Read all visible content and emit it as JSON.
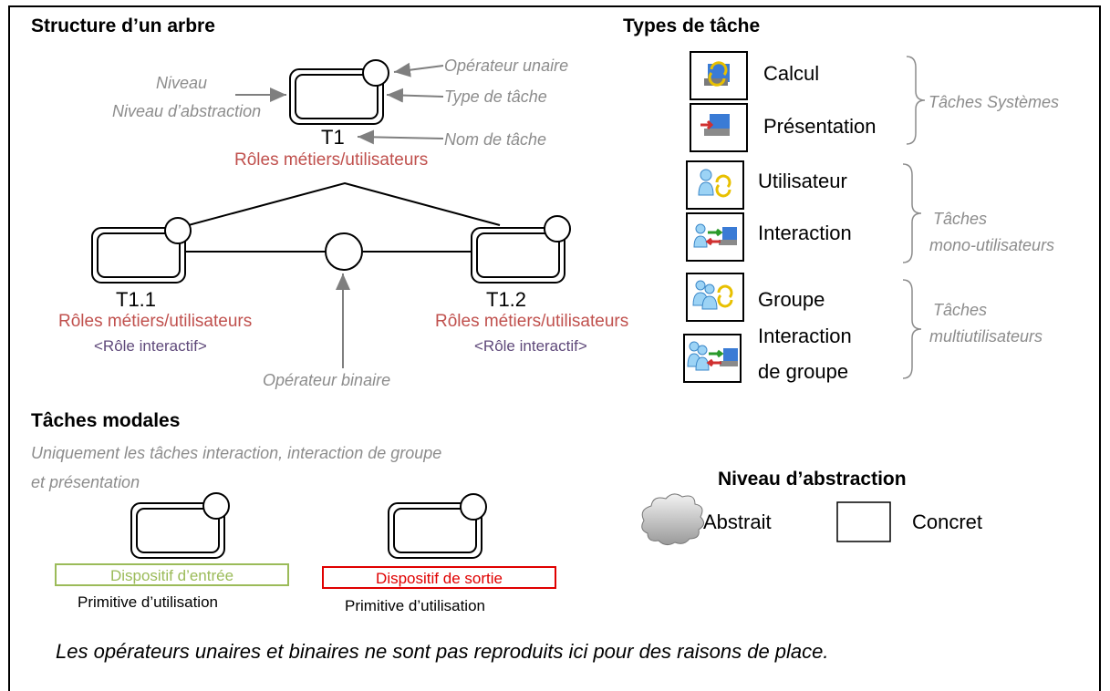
{
  "structure": {
    "heading": "Structure d’un arbre",
    "annotations": {
      "abstraction_level": "Niveau d’abstraction",
      "unary_operator": "Opérateur unaire",
      "task_type": "Type de tâche",
      "task_name": "Nom de tâche",
      "binary_operator": "Opérateur binaire"
    },
    "root": {
      "name": "T1",
      "roles": "Rôles métiers/utilisateurs"
    },
    "children": [
      {
        "name": "T1.1",
        "roles": "Rôles métiers/utilisateurs",
        "interactive_role": "<Rôle interactif>"
      },
      {
        "name": "T1.2",
        "roles": "Rôles métiers/utilisateurs",
        "interactive_role": "<Rôle interactif>"
      }
    ]
  },
  "task_types": {
    "heading": "Types de tâche",
    "items": [
      {
        "label": "Calcul",
        "icon": "calculation-icon"
      },
      {
        "label": "Présentation",
        "icon": "presentation-icon"
      },
      {
        "label": "Utilisateur",
        "icon": "user-task-icon"
      },
      {
        "label": "Interaction",
        "icon": "interaction-icon"
      },
      {
        "label": "Groupe",
        "icon": "group-task-icon"
      },
      {
        "label_line1": "Interaction",
        "label_line2": "de groupe",
        "icon": "group-interaction-icon"
      }
    ],
    "groups": [
      {
        "label": "Tâches Systèmes"
      },
      {
        "line1": "Tâches",
        "line2": "mono-utilisateurs"
      },
      {
        "line1": "Tâches",
        "line2": "multiutilisateurs"
      }
    ]
  },
  "modal": {
    "heading": "Tâches modales",
    "note_line1": "Uniquement les tâches interaction, interaction de groupe",
    "note_line2": "et présentation",
    "input_device": "Dispositif d’entrée",
    "output_device": "Dispositif de sortie",
    "primitive_left": "Primitive d’utilisation",
    "primitive_right": "Primitive d’utilisation"
  },
  "abstraction": {
    "heading": "Niveau d’abstraction",
    "abstract": "Abstrait",
    "concrete": "Concret"
  },
  "footer": "Les opérateurs unaires et binaires ne sont pas reproduits ici pour des raisons de place.",
  "colors": {
    "role_red": "#c0504d",
    "interactive_purple": "#5f497a",
    "annotation_gray": "#8c8c8c",
    "input_green": "#9bbb59",
    "output_red": "#e00000"
  }
}
